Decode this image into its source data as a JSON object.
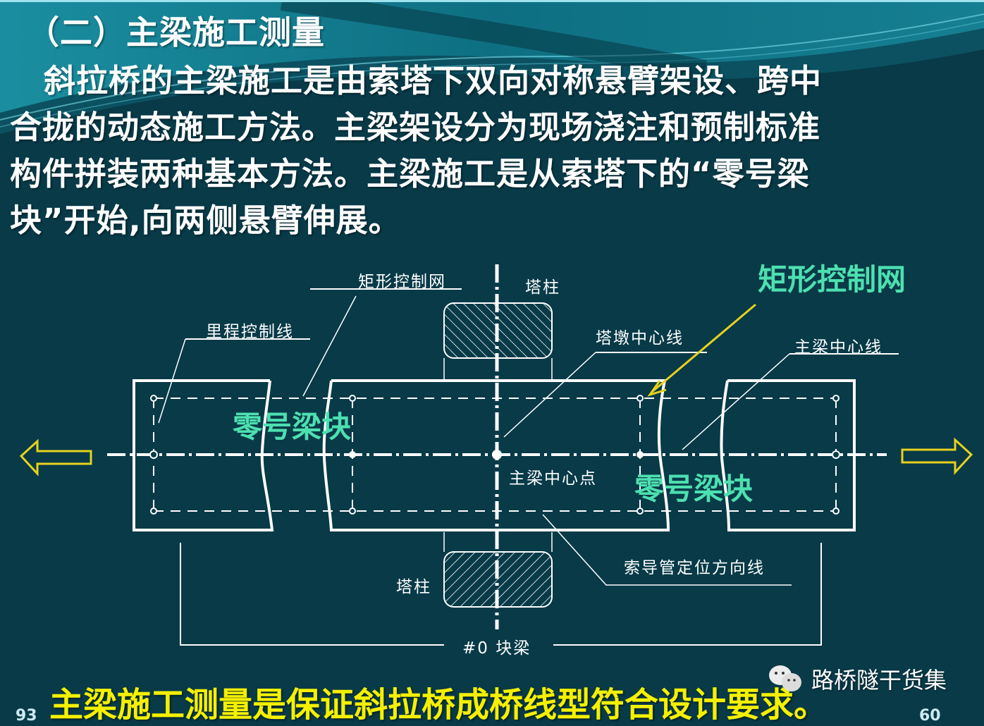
{
  "slide": {
    "title": "（二）主梁施工测量",
    "body_lines": [
      "斜拉桥的主梁施工是由索塔下双向对称悬臂架设、跨中",
      "合拢的动态施工方法。主梁架设分为现场浇注和预制标准",
      "构件拼装两种基本方法。主梁施工是从索塔下的“零号梁",
      "块”开始,向两侧悬臂伸展。"
    ],
    "conclusion": "主梁施工测量是保证斜拉桥成桥线型符合设计要求。",
    "page_left": "93",
    "page_right": "60"
  },
  "diagram": {
    "labels": {
      "rect_control_net": "矩形控制网",
      "tower_column_top": "塔柱",
      "mileage_control_line": "里程控制线",
      "pier_center_line": "塔墩中心线",
      "girder_center_line": "主梁中心线",
      "girder_center_point": "主梁中心点",
      "cable_guide_line": "索导管定位方向线",
      "tower_column_bottom": "塔柱",
      "block_zero": "#0 块梁"
    },
    "highlights": {
      "rect_control_net": "矩形控制网",
      "zero_block_left": "零号梁块",
      "zero_block_right": "零号梁块"
    },
    "icons": {
      "left_arrow": "arrow-left-outline",
      "right_arrow": "arrow-right-outline"
    },
    "colors": {
      "background": "#083a48",
      "line": "#ffffff",
      "highlight_green": "#4de0b0",
      "arrow_yellow": "#e6d21e",
      "conclusion_yellow": "#f5f000"
    }
  },
  "watermark": {
    "icon": "wechat-icon",
    "text": "路桥隧干货集"
  }
}
